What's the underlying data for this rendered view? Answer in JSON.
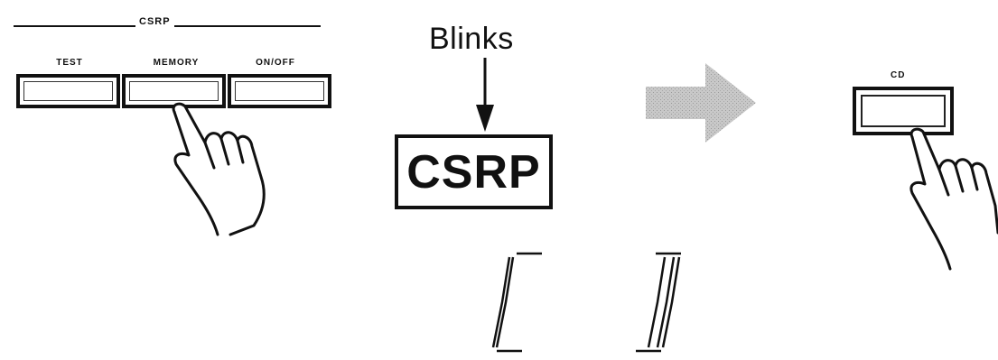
{
  "panel": {
    "title": "CSRP",
    "buttons": [
      {
        "label": "TEST"
      },
      {
        "label": "MEMORY"
      },
      {
        "label": "ON/OFF"
      }
    ]
  },
  "callout": {
    "label": "Blinks",
    "display_text": "CSRP"
  },
  "cd_button": {
    "label": "CD"
  },
  "colors": {
    "ink": "#111111",
    "arrow_fill": "#c8c8c8"
  },
  "icons": [
    "pointing-hand-icon",
    "down-arrow-icon",
    "right-arrow-icon",
    "segment-display-icon"
  ]
}
